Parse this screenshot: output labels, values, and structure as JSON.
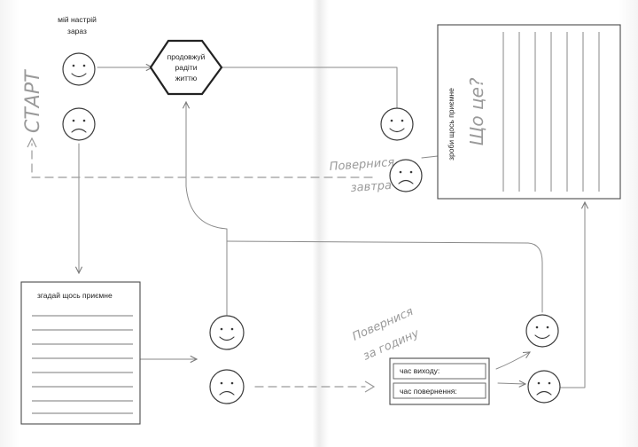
{
  "mood_label": [
    "мій настрій",
    "зараз"
  ],
  "start_label": "СТАРТ",
  "keep_enjoying": [
    "продовжуй",
    "радіти",
    "життю"
  ],
  "do_something_nice": "зроби щось приємне",
  "what_is_it": "Що це?",
  "come_back_tomorrow": [
    "Повернися",
    "завтра"
  ],
  "remember_something_nice": "згадай щось приємне",
  "come_back_in_hour": [
    "Повернися",
    "за годину"
  ],
  "form": {
    "exit_time_label": "час виходу:",
    "return_time_label": "час повернення:"
  },
  "icons": {
    "happy": "smiley-happy-icon",
    "sad": "smiley-sad-icon",
    "hexagon": "hexagon-node"
  },
  "colors": {
    "sketch": "#8a8a8a",
    "ink": "#3b3b3b",
    "handwriting": "#9a9a9a"
  }
}
